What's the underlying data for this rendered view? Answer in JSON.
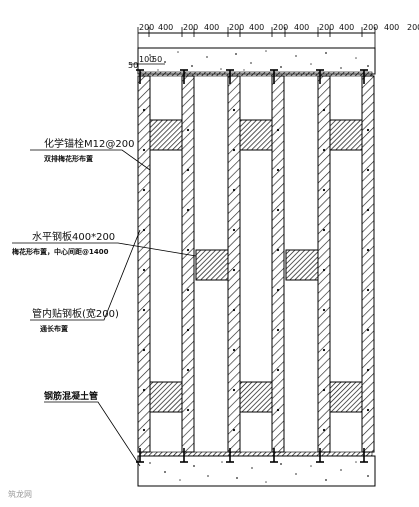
{
  "dimensions": [
    "200",
    "400",
    "200",
    "400",
    "200",
    "400",
    "200",
    "400",
    "200",
    "400",
    "200",
    "400",
    "200"
  ],
  "edge_dims": {
    "a": "50",
    "b": "100",
    "c": "50"
  },
  "labels": {
    "chem_anchor_1": "化学锚栓M12@200",
    "chem_anchor_2": "双排梅花形布置",
    "horizontal_plate_1": "水平钢板400*200",
    "horizontal_plate_2": "梅花形布置，中心间距@1400",
    "inner_plate_1": "管内贴钢板(宽200)",
    "inner_plate_2": "通长布置",
    "rc_pipe": "钢筋混凝土管"
  },
  "watermark": "筑龙网"
}
